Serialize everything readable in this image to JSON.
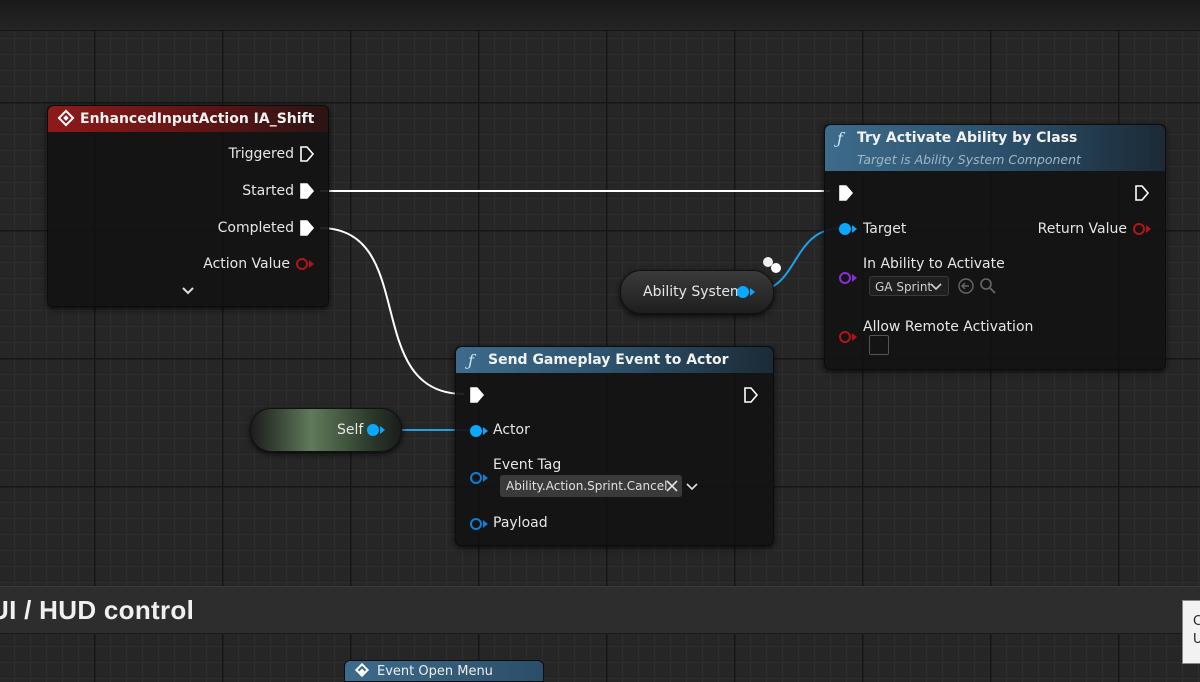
{
  "nodes": {
    "input_action": {
      "title": "EnhancedInputAction IA_Shift",
      "pins": {
        "triggered": "Triggered",
        "started": "Started",
        "completed": "Completed",
        "action_value": "Action Value"
      }
    },
    "try_activate": {
      "title": "Try Activate Ability by Class",
      "subtitle": "Target is Ability System Component",
      "pins": {
        "target": "Target",
        "return_value": "Return Value",
        "in_ability": "In Ability to Activate",
        "allow_remote": "Allow Remote Activation"
      },
      "ability_class_value": "GA Sprint"
    },
    "send_event": {
      "title": "Send Gameplay Event to Actor",
      "pins": {
        "actor": "Actor",
        "event_tag": "Event Tag",
        "payload": "Payload"
      },
      "event_tag_value": "Ability.Action.Sprint.Cancel"
    },
    "ability_system_var": {
      "label": "Ability System"
    },
    "self_var": {
      "label": "Self"
    },
    "event_open_menu": {
      "title": "Event Open Menu"
    }
  },
  "comment": {
    "title": "UI / HUD control"
  },
  "tooltip": {
    "line1": "C",
    "line2": "U"
  },
  "colors": {
    "exec": "#ffffff",
    "object": "#0aa6ff",
    "struct_tag": "#0e7fd6",
    "bool": "#b01616",
    "class": "#8e2bd8",
    "event_header": "#8e1a1a",
    "function_header": "#3d6b8c"
  },
  "icons": {
    "function": "f-icon",
    "event": "event-diamond-icon",
    "expand": "chevron-down-icon",
    "clear": "close-icon",
    "browse": "arrow-left-circle-icon",
    "search": "search-icon"
  }
}
